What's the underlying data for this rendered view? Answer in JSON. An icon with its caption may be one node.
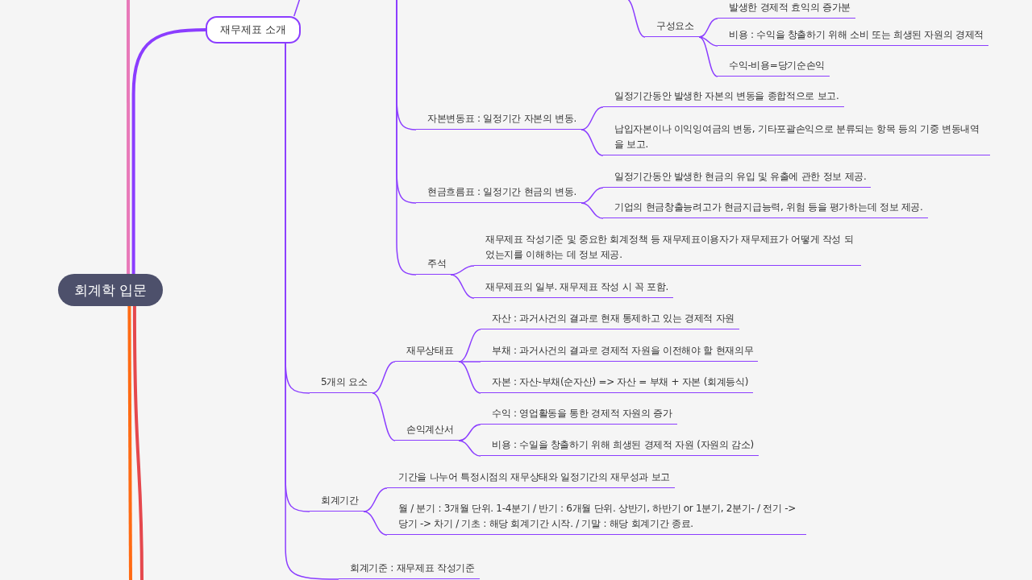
{
  "diagram": {
    "nodes": [
      {
        "text": [
          "회계학 입문"
        ]
      },
      {
        "text": [
          "재무제표 소개"
        ]
      },
      {
        "text": [
          "구성요소"
        ]
      },
      {
        "text": [
          "발생한 경제적 효익의 증가분"
        ]
      },
      {
        "text": [
          "비용 : 수익을 창출하기 위해 소비 또는 희생된 자원의 경제적"
        ]
      },
      {
        "text": [
          "수익-비용=당기순손익"
        ]
      },
      {
        "text": [
          "자본변동표 : 일정기간 자본의 변동."
        ]
      },
      {
        "text": [
          "일정기간동안 발생한 자본의 변동을 종합적으로 보고."
        ]
      },
      {
        "text": [
          "납입자본이나 이익잉여금의 변동, 기타포괄손익으로 분류되는 항목 등의 기중 변동내역을 보고."
        ]
      },
      {
        "text": [
          "현금흐름표 : 일정기간 현금의 변동."
        ]
      },
      {
        "text": [
          "일정기간동안 발생한 현금의 유입 및 유출에 관한 정보 제공."
        ]
      },
      {
        "text": [
          "기업의 현금창출능려고가 현금지급능력, 위험 등을 평가하는데 정보 제공."
        ]
      },
      {
        "text": [
          "주석"
        ]
      },
      {
        "text": [
          "재무제표 작성기준 및 중요한 회계정책 등 재무제표이용자가 재무제표가 어떻게 작성 되었는지를 이해하는 데 정보 제공."
        ]
      },
      {
        "text": [
          "재무제표의 일부. 재무제표 작성 시 꼭 포함."
        ]
      },
      {
        "text": [
          "5개의 요소"
        ]
      },
      {
        "text": [
          "재무상태표"
        ]
      },
      {
        "text": [
          "자산 : 과거사건의 결과로 현재 통제하고 있는 경제적 자원"
        ]
      },
      {
        "text": [
          "부채 : 과거사건의 결과로 경제적 자원을 이전해야 할 현재의무"
        ]
      },
      {
        "text": [
          "자본 : 자산-부채(순자산) => 자산 = 부채 + 자본 (회계등식)"
        ]
      },
      {
        "text": [
          "손익계산서"
        ]
      },
      {
        "text": [
          "수익 : 영업활동을 통한 경제적 자원의 증가"
        ]
      },
      {
        "text": [
          "비용 : 수일을 창출하기 위해 희생된 경제적 자원 (자원의 감소)"
        ]
      },
      {
        "text": [
          "회계기간"
        ]
      },
      {
        "text": [
          "기간을 나누어 특정시점의 재무상태와 일정기간의 재무성과 보고"
        ]
      },
      {
        "text": [
          "월 / 분기 : 3개월 단위. 1-4분기 / 반기 : 6개월 단위. 상반기, 하반기 or 1분기, 2분기- / 전기 -> 당기 -> 차기 / 기초 : 해당 회계기간 시작. / 기말 : 해당 회계기간 종료."
        ]
      },
      {
        "text": [
          "회계기준 : 재무제표 작성기준"
        ]
      }
    ],
    "edges": [
      {
        "from": 0,
        "to": 1,
        "arrow": "none",
        "style": "thick"
      },
      {
        "from": 0,
        "to": null,
        "arrow": "none",
        "style": "thick",
        "color": "#e879b9"
      },
      {
        "from": 0,
        "to": null,
        "arrow": "none",
        "style": "thick",
        "color": "#ff6a13"
      },
      {
        "from": 0,
        "to": null,
        "arrow": "none",
        "style": "thick",
        "color": "#e5484d"
      },
      {
        "from": 1,
        "to": null,
        "arrow": "none"
      },
      {
        "from": null,
        "to": 2,
        "arrow": "none"
      },
      {
        "from": 2,
        "to": 3,
        "arrow": "none"
      },
      {
        "from": 2,
        "to": 4,
        "arrow": "none"
      },
      {
        "from": 2,
        "to": 5,
        "arrow": "none"
      },
      {
        "from": null,
        "to": 6,
        "arrow": "none"
      },
      {
        "from": null,
        "to": 9,
        "arrow": "none"
      },
      {
        "from": null,
        "to": 12,
        "arrow": "none"
      },
      {
        "from": 6,
        "to": 7,
        "arrow": "none"
      },
      {
        "from": 6,
        "to": 8,
        "arrow": "none"
      },
      {
        "from": 9,
        "to": 10,
        "arrow": "none"
      },
      {
        "from": 9,
        "to": 11,
        "arrow": "none"
      },
      {
        "from": 12,
        "to": 13,
        "arrow": "none"
      },
      {
        "from": 12,
        "to": 14,
        "arrow": "none"
      },
      {
        "from": 1,
        "to": 15,
        "arrow": "none"
      },
      {
        "from": 1,
        "to": 23,
        "arrow": "none"
      },
      {
        "from": 1,
        "to": 26,
        "arrow": "none"
      },
      {
        "from": 15,
        "to": 16,
        "arrow": "none"
      },
      {
        "from": 15,
        "to": 20,
        "arrow": "none"
      },
      {
        "from": 16,
        "to": 17,
        "arrow": "none"
      },
      {
        "from": 16,
        "to": 18,
        "arrow": "none"
      },
      {
        "from": 16,
        "to": 19,
        "arrow": "none"
      },
      {
        "from": 20,
        "to": 21,
        "arrow": "none"
      },
      {
        "from": 20,
        "to": 22,
        "arrow": "none"
      },
      {
        "from": 23,
        "to": 24,
        "arrow": "none"
      },
      {
        "from": 23,
        "to": 25,
        "arrow": "none"
      }
    ]
  }
}
